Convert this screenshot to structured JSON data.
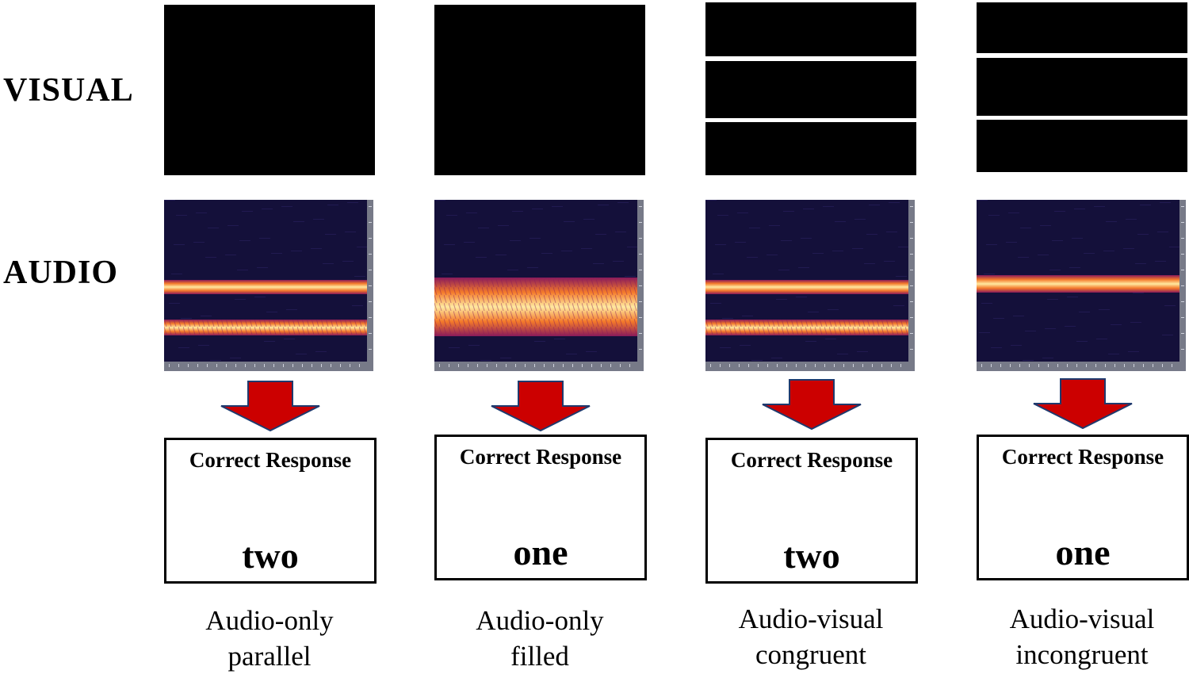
{
  "row_labels": {
    "visual": "VISUAL",
    "audio": "AUDIO"
  },
  "conditions": [
    {
      "visual_bars": 1,
      "audio_pattern": "two-bands",
      "response_title": "Correct Response",
      "response_answer": "two",
      "caption_line1": "Audio-only",
      "caption_line2": "parallel"
    },
    {
      "visual_bars": 1,
      "audio_pattern": "filled",
      "response_title": "Correct Response",
      "response_answer": "one",
      "caption_line1": "Audio-only",
      "caption_line2": "filled"
    },
    {
      "visual_bars": 3,
      "audio_pattern": "two-bands",
      "response_title": "Correct Response",
      "response_answer": "two",
      "caption_line1": "Audio-visual",
      "caption_line2": "congruent"
    },
    {
      "visual_bars": 3,
      "audio_pattern": "one-band",
      "response_title": "Correct Response",
      "response_answer": "one",
      "caption_line1": "Audio-visual",
      "caption_line2": "incongruent"
    }
  ],
  "colors": {
    "spectrogram_bg": "#14103a",
    "band_core": "#ffe9a0",
    "band_mid": "#f47a2a",
    "band_edge": "#8a1a5a",
    "arrow_fill": "#cc0000",
    "arrow_stroke": "#1f3a6e",
    "axis_strip": "#777a88"
  }
}
